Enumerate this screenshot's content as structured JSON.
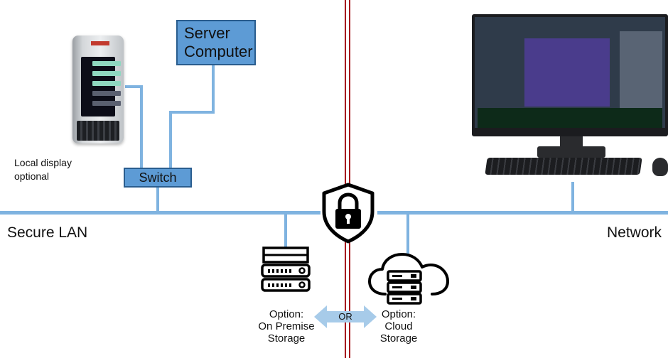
{
  "labels": {
    "server_line1": "Server",
    "server_line2": "Computer",
    "switch": "Switch",
    "local_display_line1": "Local display",
    "local_display_line2": "optional",
    "secure_lan": "Secure LAN",
    "network": "Network",
    "on_premise_line1": "Option:",
    "on_premise_line2": "On Premise",
    "on_premise_line3": "Storage",
    "cloud_line1": "Option:",
    "cloud_line2": "Cloud",
    "cloud_line3": "Storage",
    "or": "OR"
  },
  "colors": {
    "network_line": "#7fb3e0",
    "box_fill": "#5d9bd5",
    "box_border": "#2a5d8e",
    "divider": "#a6191d",
    "icon_black": "#000000"
  },
  "icons": {
    "security": "shield-lock-icon",
    "on_premise": "server-rack-icon",
    "cloud": "cloud-server-icon",
    "or_arrow": "double-arrow-icon"
  }
}
